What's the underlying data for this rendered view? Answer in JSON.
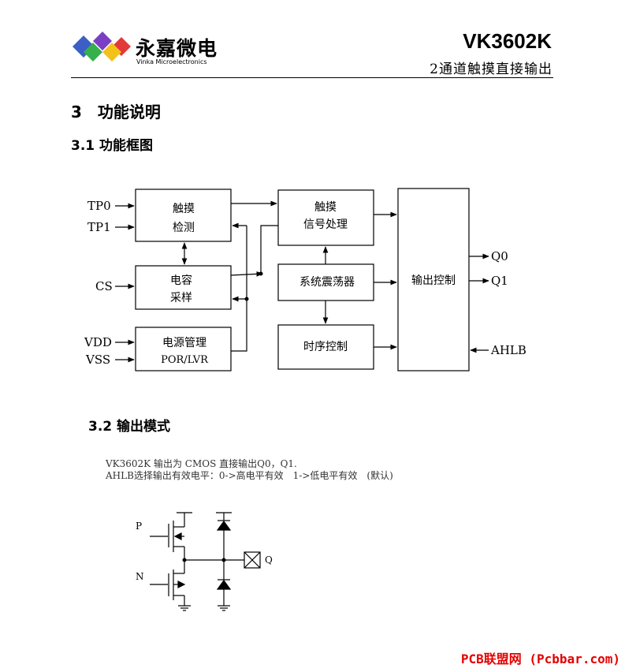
{
  "header": {
    "company_cn": "永嘉微电",
    "company_en": "Vinka Microelectronics",
    "part_number": "VK3602K",
    "subtitle": "2通道触摸直接输出"
  },
  "sections": {
    "s3_title": "3　功能说明",
    "s31_title": "3.1 功能框图",
    "s32_title": "3.2 输出模式"
  },
  "block_diagram": {
    "inputs": {
      "tp0": "TP0",
      "tp1": "TP1",
      "cs": "CS",
      "vdd": "VDD",
      "vss": "VSS"
    },
    "outputs": {
      "q0": "Q0",
      "q1": "Q1",
      "ahlb": "AHLB"
    },
    "blocks": {
      "touch_detect_1": "触摸",
      "touch_detect_2": "检测",
      "cap_sample_1": "电容",
      "cap_sample_2": "采样",
      "power_mgmt_1": "电源管理",
      "power_mgmt_2": "POR/LVR",
      "signal_proc_1": "触摸",
      "signal_proc_2": "信号处理",
      "oscillator": "系统震荡器",
      "timing_ctrl": "时序控制",
      "output_ctrl": "输出控制"
    }
  },
  "output_mode": {
    "line1": "VK3602K 输出为 CMOS 直接输出Q0，Q1.",
    "line2": "AHLB选择输出有效电平：0->高电平有效　1->低电平有效　(默认)",
    "label_p": "P",
    "label_n": "N",
    "label_q": "Q"
  },
  "watermark": "PCB联盟网 (Pcbbar.com)",
  "colors": {
    "logo_blue": "#3b5fc6",
    "logo_purple": "#7b3fc4",
    "logo_red": "#e23a3a",
    "logo_green": "#36b04a",
    "logo_yellow": "#f2c21b",
    "watermark": "#e60000"
  }
}
